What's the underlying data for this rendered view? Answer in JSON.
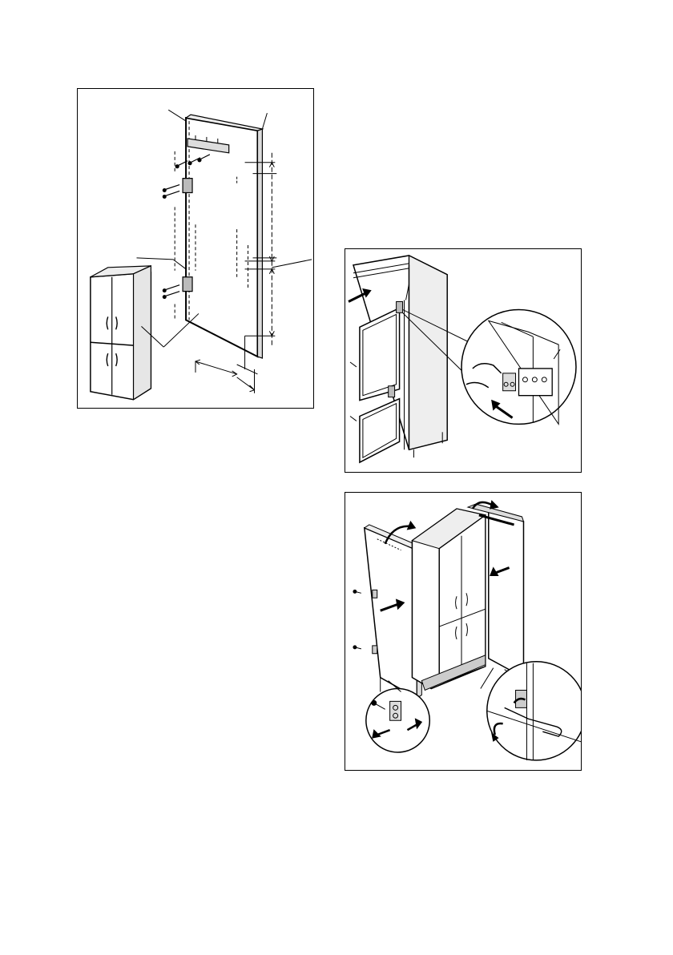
{
  "figures": [
    {
      "id": "fig-1",
      "name": "door-panel-fitting-diagram"
    },
    {
      "id": "fig-2",
      "name": "hinge-alignment-diagram"
    },
    {
      "id": "fig-3",
      "name": "side-panel-mounting-diagram"
    }
  ],
  "colors": {
    "line": "#000000",
    "background": "#ffffff",
    "shade": "#d9d9d9"
  },
  "icons": [
    "arrow-icon",
    "curved-arrow-icon",
    "screw-icon",
    "hinge-icon",
    "magnifier-callout-icon"
  ]
}
